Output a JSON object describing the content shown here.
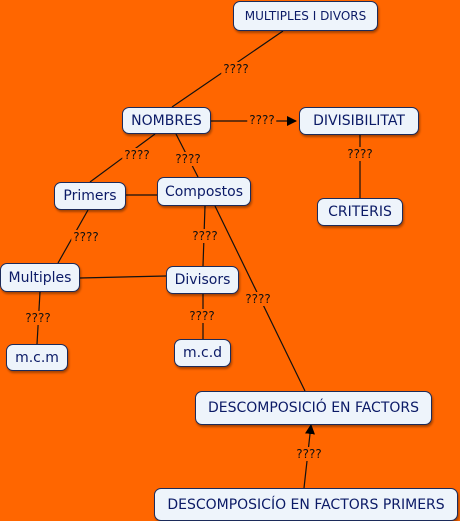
{
  "nodes": {
    "multiples_i_divors": "MULTIPLES I DIVORS",
    "nombres": "NOMBRES",
    "divisibilitat": "DIVISIBILITAT",
    "primers": "Primers",
    "compostos": "Compostos",
    "criteris": "CRITERIS",
    "multiples": "Multiples",
    "divisors": "Divisors",
    "mcm": "m.c.m",
    "mcd": "m.c.d",
    "descomposicio": "DESCOMPOSICIÓ EN FACTORS",
    "descomposicio_primers": "DESCOMPOSICÍO EN FACTORS PRIMERS"
  },
  "links": {
    "label": "????"
  },
  "colors": {
    "background": "#ff6600",
    "node_fill": "#eef4fb",
    "node_border": "#1c2b5a",
    "node_text": "#0b1a66",
    "line": "#111111"
  }
}
